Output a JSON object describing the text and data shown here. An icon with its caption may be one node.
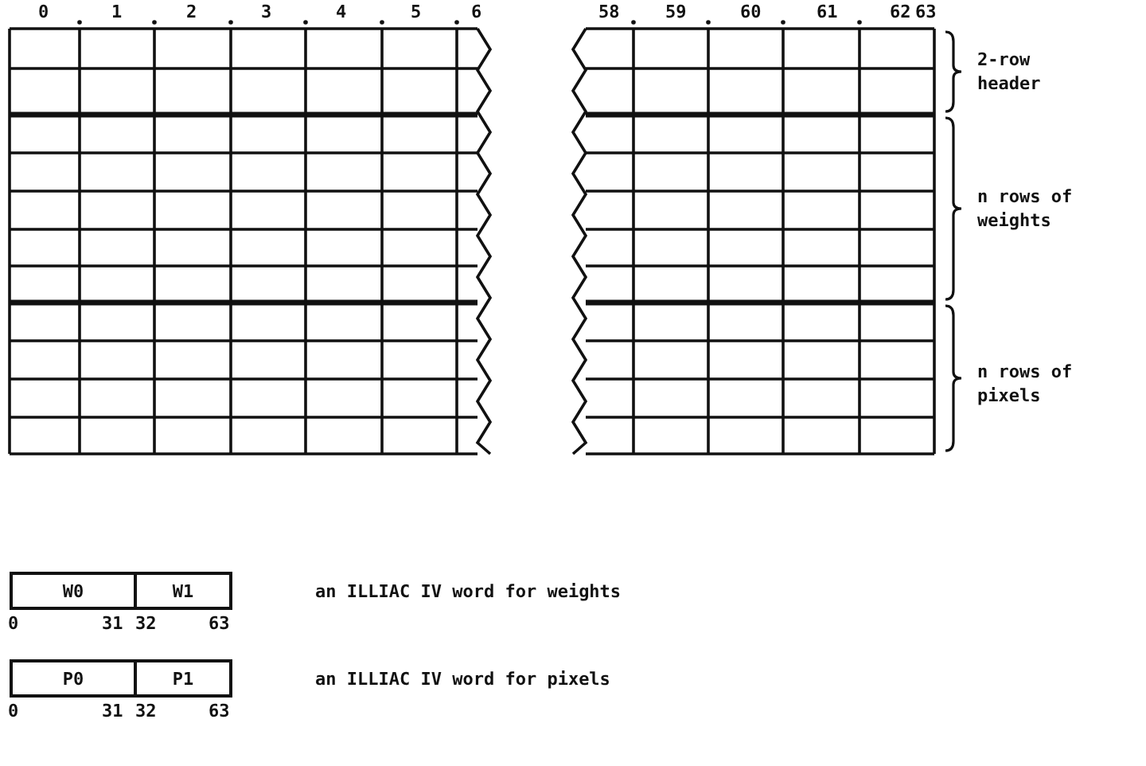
{
  "diagram": {
    "nodes": [
      {
        "text": [
          "W0"
        ]
      },
      {
        "text": [
          "W1"
        ]
      },
      {
        "text": [
          "P0"
        ]
      },
      {
        "text": [
          "P1"
        ]
      }
    ],
    "labels": [
      "0",
      "1",
      "2",
      "3",
      "4",
      "5",
      "6",
      "58",
      "59",
      "60",
      "61",
      "62",
      "63",
      "2-row header",
      "n rows of weights",
      "n rows of pixels",
      "an ILLIAC IV word for weights",
      "0",
      "31",
      "32",
      "63",
      "an ILLIAC IV word for pixels",
      "0",
      "31",
      "32",
      "63"
    ]
  }
}
